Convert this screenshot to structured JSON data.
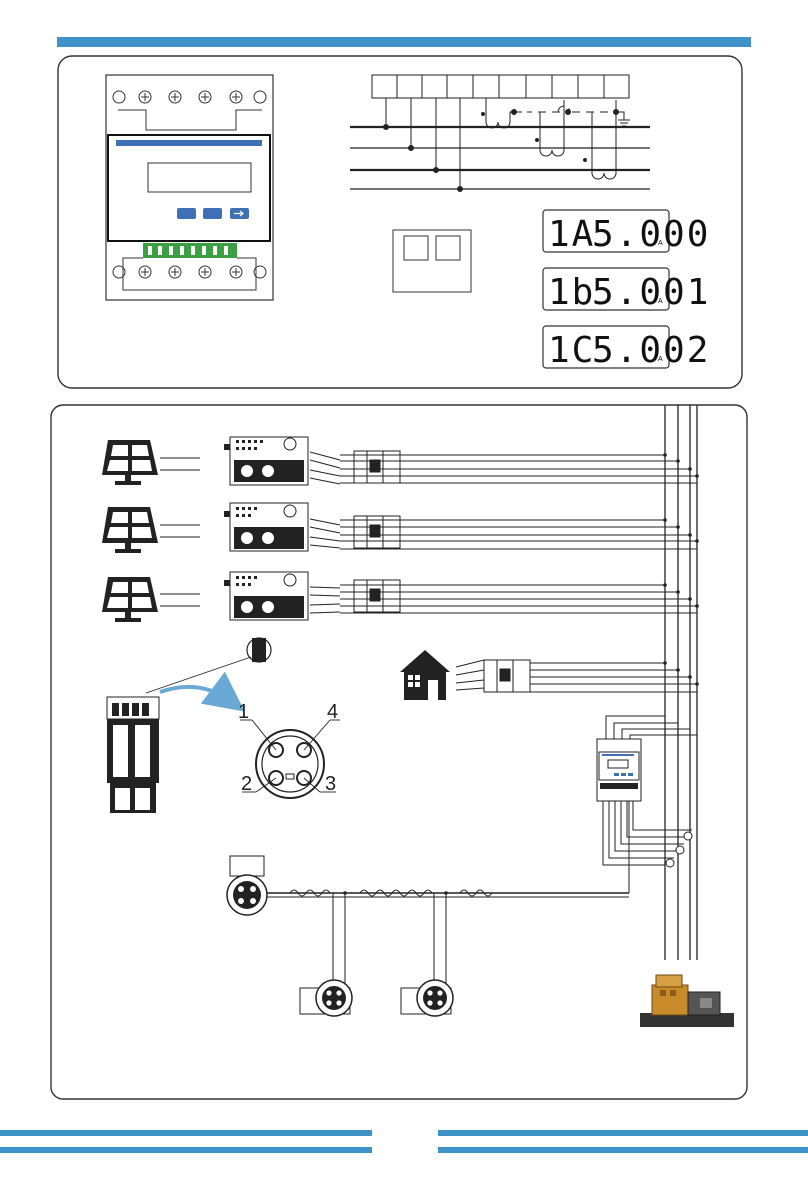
{
  "colors": {
    "accent": "#3f93c9",
    "line": "#222222",
    "panel": "#ffffff",
    "green": "#3aa043",
    "btn": "#3f6fb5"
  },
  "displays": [
    {
      "label": "1A",
      "value": "5.000",
      "unit": "A"
    },
    {
      "label": "1b",
      "value": "5.001",
      "unit": "A"
    },
    {
      "label": "1C",
      "value": "5.002",
      "unit": "A"
    }
  ],
  "connector_pins": [
    "1",
    "2",
    "3",
    "4"
  ],
  "icons": [
    "solar-panel-icon",
    "inverter-icon",
    "breaker-icon",
    "house-icon",
    "meter-icon",
    "generator-icon",
    "ct-clamp-icon",
    "connector-icon"
  ]
}
